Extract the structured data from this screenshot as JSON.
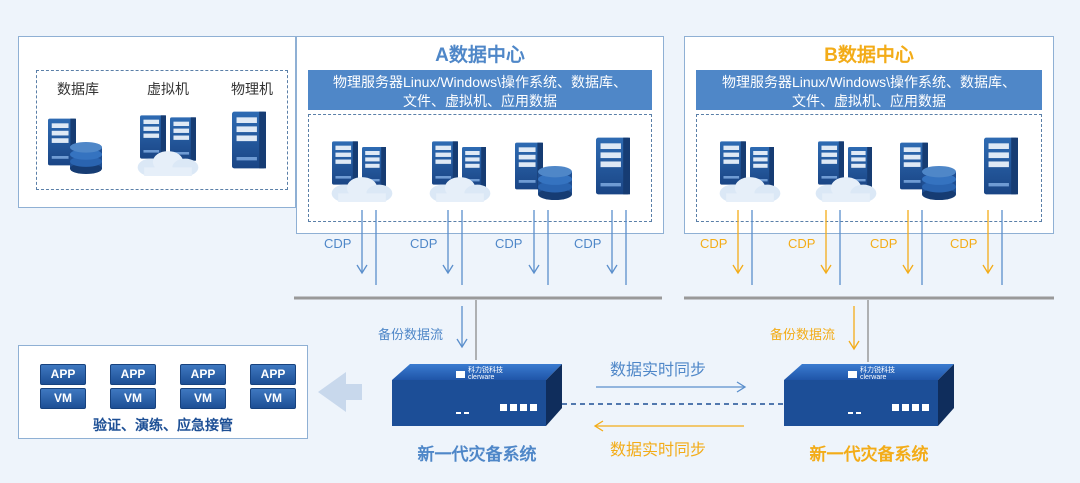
{
  "source_panel": {
    "labels": [
      "数据库",
      "虚拟机",
      "物理机"
    ]
  },
  "center_a": {
    "title": "A数据中心",
    "banner_line1": "物理服务器Linux/Windows\\操作系统、数据库、",
    "banner_line2": "文件、虚拟机、应用数据"
  },
  "center_b": {
    "title": "B数据中心",
    "banner_line1": "物理服务器Linux/Windows\\操作系统、数据库、",
    "banner_line2": "文件、虚拟机、应用数据"
  },
  "cdp_label": "CDP",
  "backup_flow_label": "备份数据流",
  "sync_label": "数据实时同步",
  "appliance": {
    "label": "新一代灾备系统",
    "brand_cn": "科力锐科技",
    "brand_en": "clerware"
  },
  "verify_panel": {
    "app_label": "APP",
    "vm_label": "VM",
    "caption": "验证、演练、应急接管"
  },
  "colors": {
    "blue": "#4f87c8",
    "orange": "#f3ac18",
    "dark_blue": "#1d4f95",
    "navy": "#0f2d5c"
  }
}
